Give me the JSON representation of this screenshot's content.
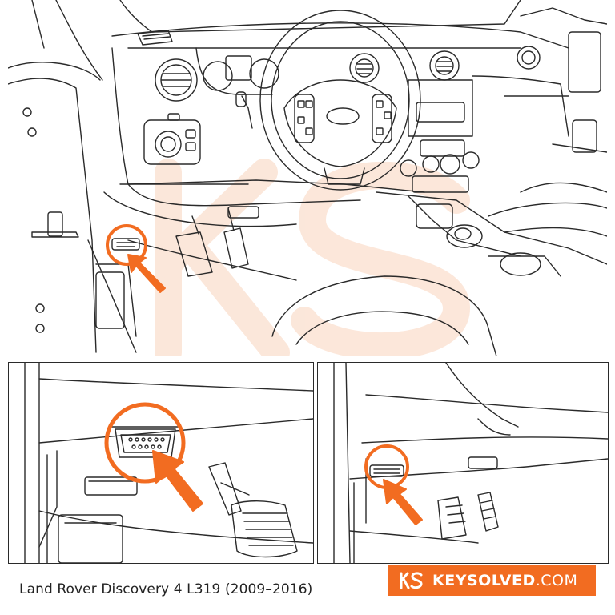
{
  "caption": "Land Rover Discovery 4 L319 (2009–2016)",
  "brand": {
    "name": "KEYSOLVED",
    "tld": ".COM",
    "watermark_letters": "KS"
  },
  "colors": {
    "accent": "#f26c21",
    "line": "#2a2a2a",
    "watermark": "#fbe3d4"
  },
  "icons": {
    "pointer": "arrow-icon",
    "highlight": "circle-highlight",
    "port": "obd-port-icon"
  }
}
